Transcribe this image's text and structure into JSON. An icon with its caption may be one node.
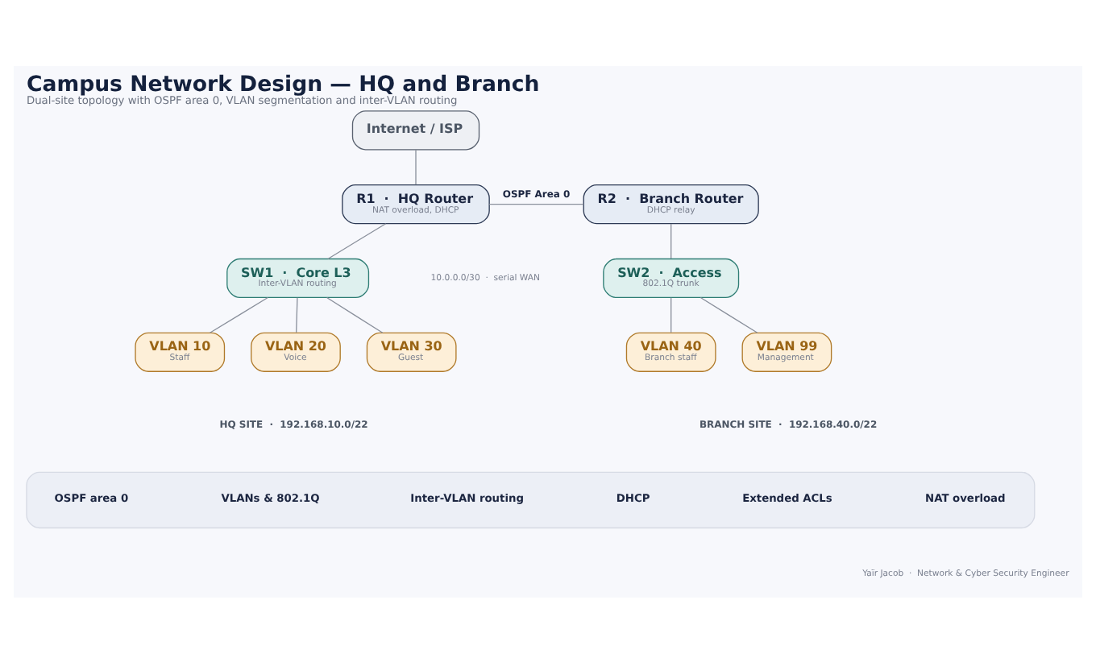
{
  "diagram": {
    "title": "Campus Network Design — HQ and Branch",
    "caption": "Dual-site topology with OSPF area 0, VLAN segmentation and inter-VLAN routing",
    "nodes": [
      {
        "text": [
          "Internet / ISP"
        ]
      },
      {
        "text": [
          "R1  ·  HQ Router",
          "NAT overload, DHCP"
        ]
      },
      {
        "text": [
          "R2  ·  Branch Router",
          "DHCP relay"
        ]
      },
      {
        "text": [
          "SW1  ·  Core L3",
          "Inter-VLAN routing"
        ]
      },
      {
        "text": [
          "SW2  ·  Access",
          "802.1Q trunk"
        ]
      },
      {
        "text": [
          "VLAN 10",
          "Staff"
        ]
      },
      {
        "text": [
          "VLAN 20",
          "Voice"
        ]
      },
      {
        "text": [
          "VLAN 30",
          "Guest"
        ]
      },
      {
        "text": [
          "VLAN 40",
          "Branch staff"
        ]
      },
      {
        "text": [
          "VLAN 99",
          "Management"
        ]
      },
      {
        "text": [],
        "shape": "box"
      },
      {
        "text": [
          "OSPF area 0"
        ],
        "in": 10
      },
      {
        "text": [
          "VLANs & 802.1Q"
        ],
        "in": 10
      },
      {
        "text": [
          "Inter-VLAN routing"
        ],
        "in": 10
      },
      {
        "text": [
          "DHCP"
        ],
        "in": 10
      },
      {
        "text": [
          "Extended ACLs"
        ],
        "in": 10
      },
      {
        "text": [
          "NAT overload"
        ],
        "in": 10
      }
    ],
    "edges": [
      {
        "from": 0,
        "to": 1,
        "arrow": "none"
      },
      {
        "from": 1,
        "to": 2,
        "arrow": "none",
        "label": "OSPF Area 0"
      },
      {
        "from": 1,
        "to": 3,
        "arrow": "none"
      },
      {
        "from": 2,
        "to": 4,
        "arrow": "none"
      },
      {
        "from": 3,
        "to": 5,
        "arrow": "none"
      },
      {
        "from": 3,
        "to": 6,
        "arrow": "none"
      },
      {
        "from": 3,
        "to": 7,
        "arrow": "none"
      },
      {
        "from": 4,
        "to": 8,
        "arrow": "none"
      },
      {
        "from": 4,
        "to": 9,
        "arrow": "none"
      }
    ],
    "labels": [
      "10.0.0.0/30  ·  serial WAN",
      "HQ SITE  ·  192.168.10.0/22",
      "BRANCH SITE  ·  192.168.40.0/22",
      "Yaïr Jacob  ·  Network & Cyber Security Engineer"
    ]
  }
}
